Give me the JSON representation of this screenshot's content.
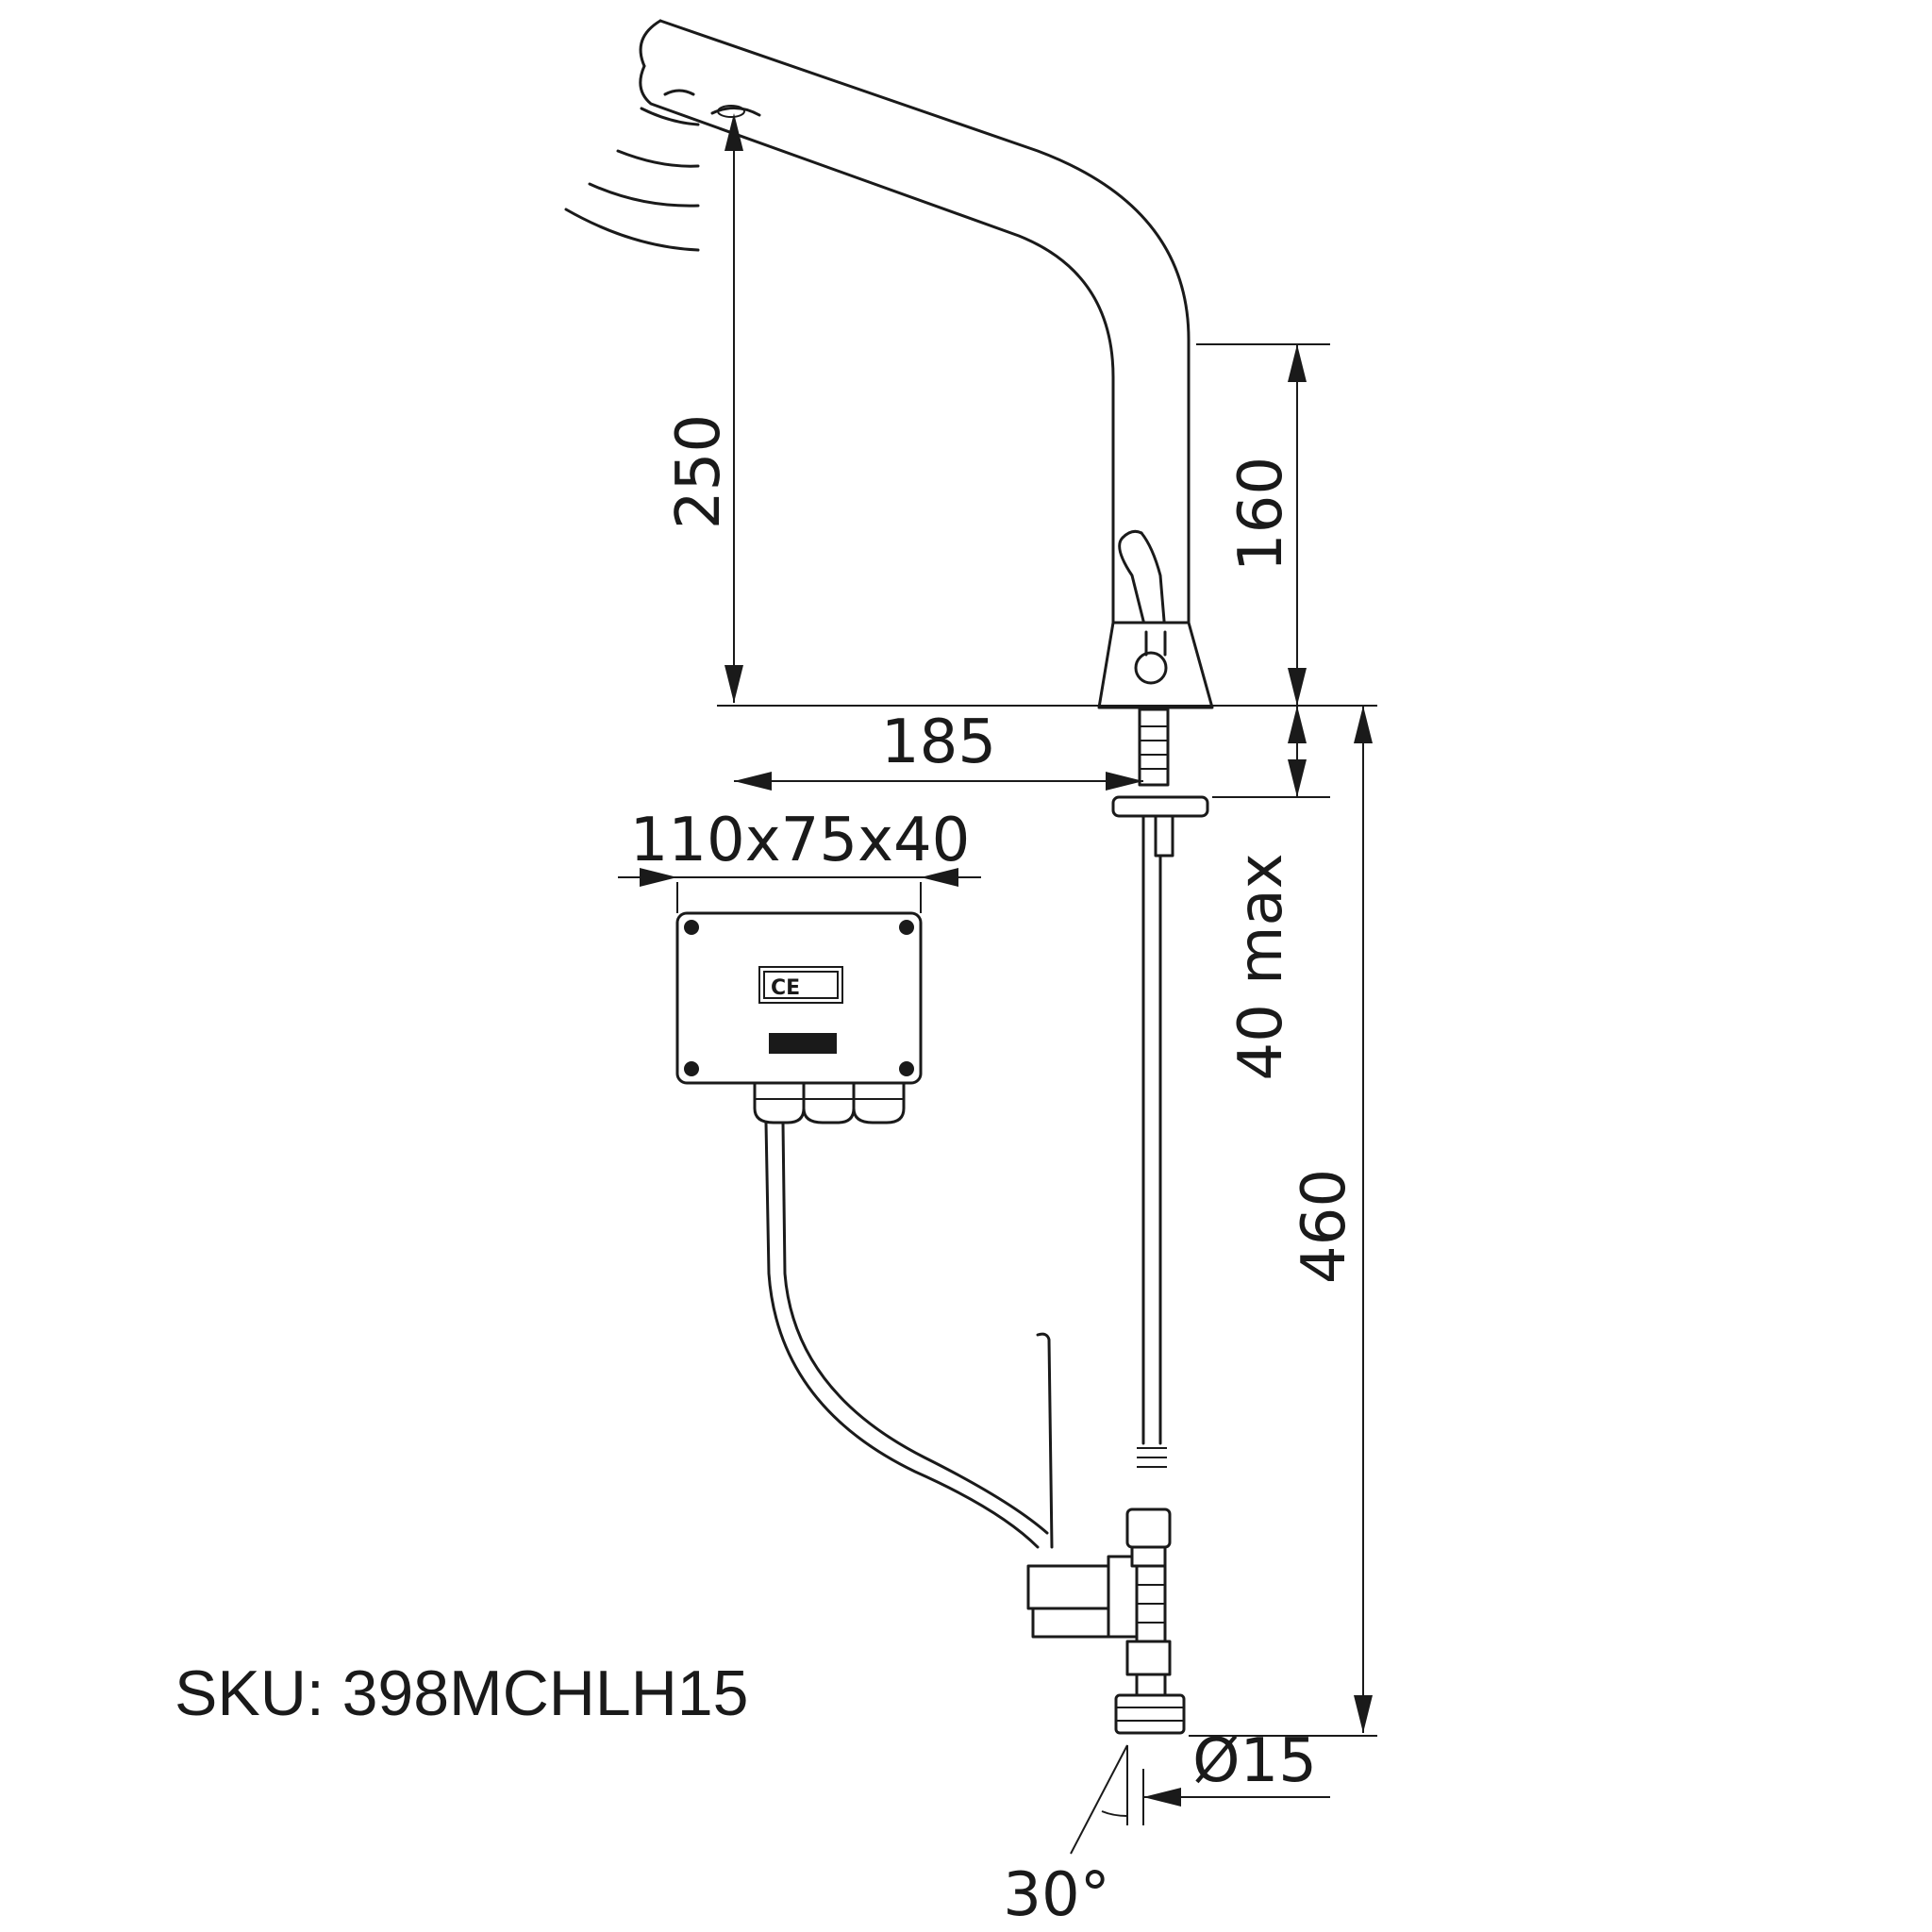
{
  "dimensions": {
    "spout_height": "250",
    "body_height": "160",
    "spout_reach": "185",
    "box_size": "110x75x40",
    "mount_thickness": "40 max",
    "total_height": "460",
    "pipe_diameter": "Ø15",
    "angle": "30°"
  },
  "sku": "SKU: 398MCHLH15",
  "box_label": "CE",
  "icons": [
    "faucet-drawing",
    "sensor-waves-icon",
    "control-box",
    "solenoid-valve",
    "ce-label-icon"
  ],
  "colors": {
    "line": "#1a1a1a",
    "background": "#ffffff"
  }
}
